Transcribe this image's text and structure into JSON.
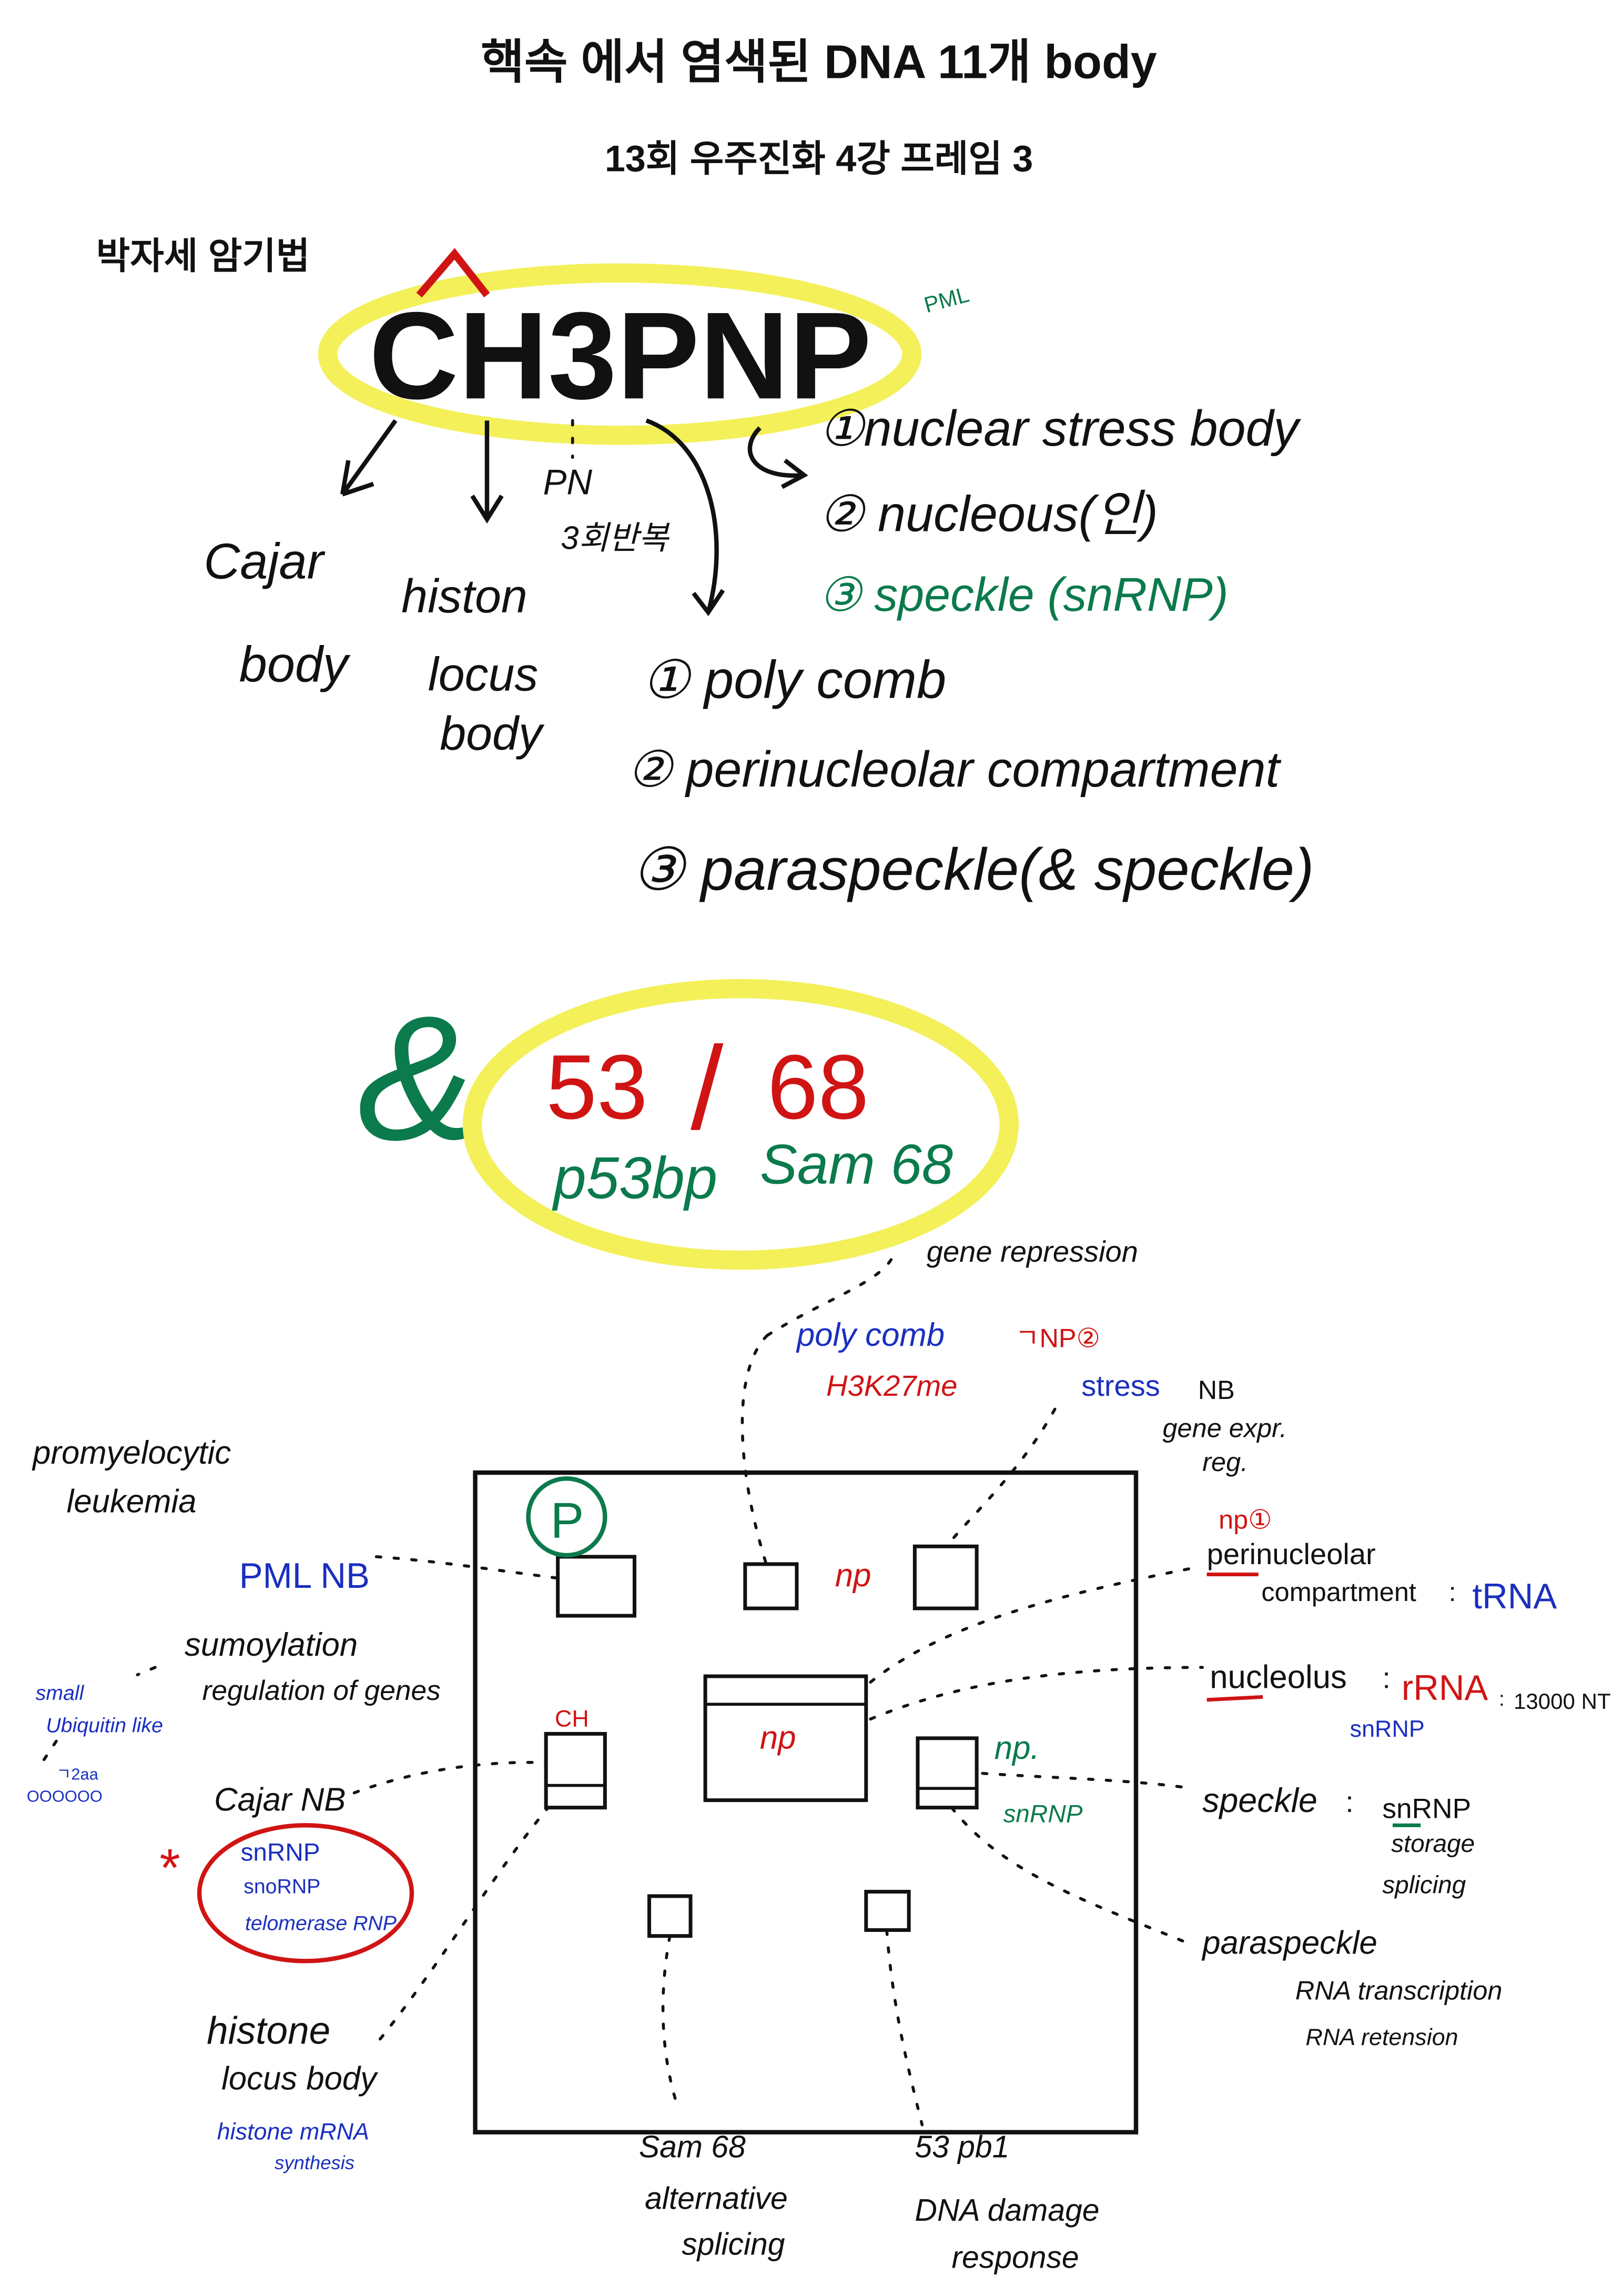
{
  "header": {
    "title": "핵속 에서 염색된  DNA  11개 body",
    "subtitle": "13회 우주진화 4강 프레임 3",
    "mnemonic_label": "박자세 암기법"
  },
  "mnemonic": {
    "word": "CH3PNP",
    "pml_note": "PML",
    "pn_note_1": "PN",
    "pn_note_2": "3회반복",
    "c_meaning": [
      "Cajar",
      "body"
    ],
    "h_meaning": [
      "histon",
      "locus",
      "body"
    ],
    "np_list": [
      "①nuclear stress body",
      "② nucleous(인)",
      "③ speckle (snRNP)"
    ],
    "pnp_list": [
      "① poly comb",
      "② perinucleolar compartment",
      "③ paraspeckle(& speckle)"
    ]
  },
  "extras": {
    "ampersand": "&",
    "num_53": "53",
    "slash": "/",
    "num_68": "68",
    "p53bp": "p53bp",
    "sam68": "Sam 68"
  },
  "diagram": {
    "top": {
      "gene_repression": "gene repression",
      "polycomb": "poly comb",
      "h3k27me": "H3K27me",
      "np2_mark": "ㄱNP②",
      "stress": "stress",
      "nb": "NB",
      "gene_expr": "gene expr.",
      "reg": "reg."
    },
    "inside": {
      "p_mark": "P",
      "np_red": "np",
      "ch_red": "CH",
      "np_nucleolus": "np",
      "np_green": "np.",
      "snrnp_green": "snRNP"
    },
    "left": {
      "promyelocytic": "promyelocytic",
      "leukemia": "leukemia",
      "pml_nb": "PML NB",
      "sumoylation": "sumoylation",
      "regulation": "regulation of genes",
      "small": "small",
      "ubiquitin": "Ubiquitin like",
      "aa": "ㄱ2aa",
      "chain": "OOOOOO",
      "cajar_nb": "Cajar NB",
      "star": "*",
      "cajar_items": [
        "snRNP",
        "snoRNP",
        "telomerase RNP"
      ],
      "histone": "histone",
      "locus_body": "locus body",
      "histone_mrna": "histone mRNA",
      "synthesis": "synthesis"
    },
    "bottom": {
      "sam68": "Sam 68",
      "alternative": "alternative",
      "splicing": "splicing",
      "p53bp1": "53 pb1",
      "dna_damage": "DNA damage",
      "response": "response"
    },
    "right": {
      "np1_mark": "np①",
      "perinucleolar": "perinucleolar",
      "compartment": "compartment",
      "colon": ":",
      "trna": "tRNA",
      "nucleolus": "nucleolus",
      "rrna": "rRNA",
      "nt": "13000 NT",
      "nucleolus_snrnp": "snRNP",
      "speckle": "speckle",
      "speckle_snrnp": "snRNP",
      "storage": "storage",
      "splicing": "splicing",
      "paraspeckle": "paraspeckle",
      "rna_transcription": "RNA transcription",
      "rna_retension": "RNA retension"
    }
  },
  "colors": {
    "ink": "#111111",
    "blue": "#1a2fbf",
    "red": "#d01414",
    "green": "#0b7a4c",
    "highlighter": "#f3f05a"
  }
}
